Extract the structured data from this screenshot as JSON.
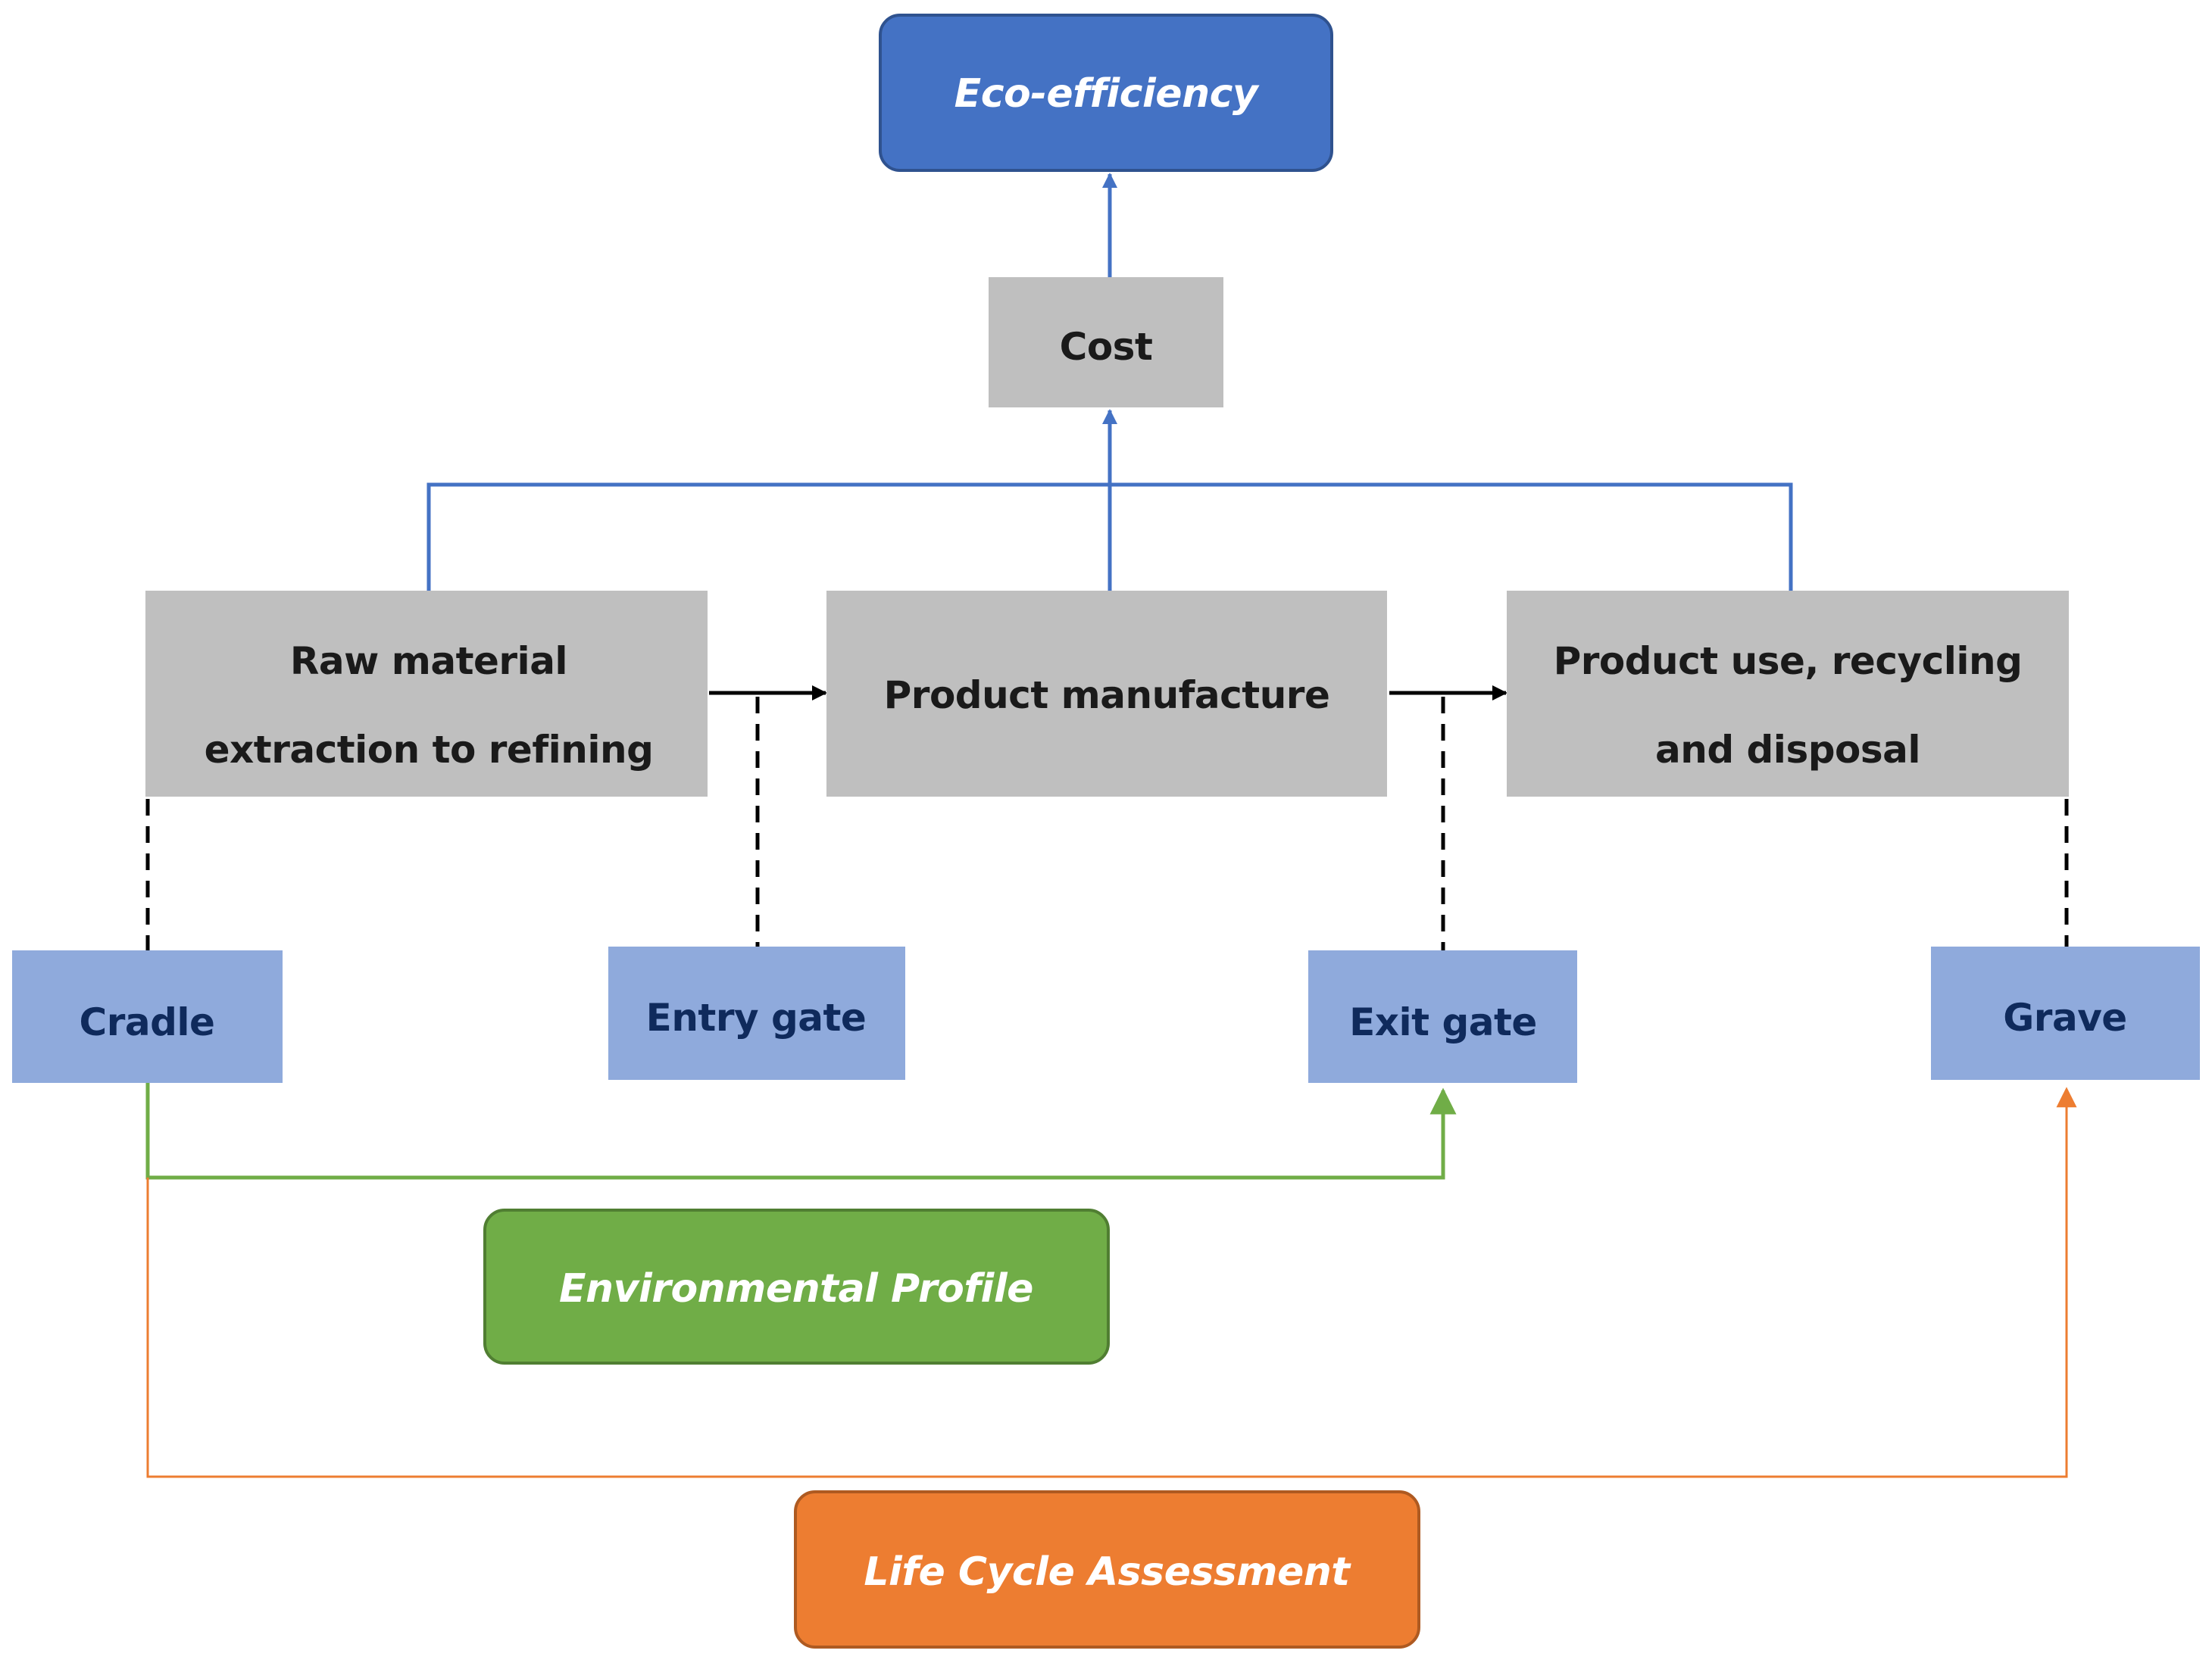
{
  "diagram": {
    "eco_efficiency": "Eco-efficiency",
    "cost": "Cost",
    "process": [
      {
        "lines": [
          "Raw material",
          "extraction to refining"
        ]
      },
      {
        "lines": [
          "Product manufacture"
        ]
      },
      {
        "lines": [
          "Product use, recycling",
          "and disposal"
        ]
      }
    ],
    "boundaries": {
      "cradle": "Cradle",
      "entry_gate": "Entry gate",
      "exit_gate": "Exit gate",
      "grave": "Grave"
    },
    "environmental_profile": "Environmental Profile",
    "life_cycle_assessment": "Life Cycle Assessment"
  },
  "colors": {
    "blue_accent": "#4472C4",
    "process_gray": "#BFBFBF",
    "boundary_blue": "#8FAADC",
    "boundary_text": "#0F2A5C",
    "green": "#70AD47",
    "orange": "#ED7D31"
  }
}
